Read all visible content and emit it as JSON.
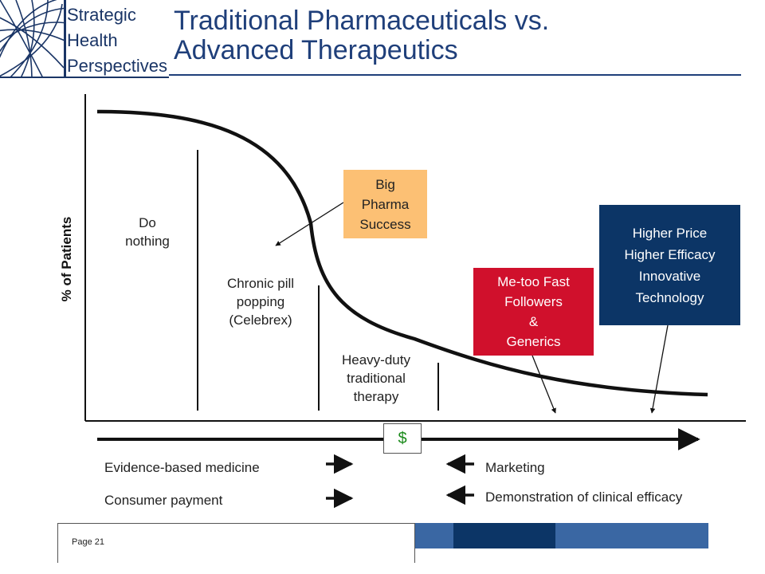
{
  "header": {
    "logo_lines": [
      "Strategic",
      "Health",
      "Perspectives"
    ],
    "title_line1": "Traditional  Pharmaceuticals vs.",
    "title_line2": "Advanced Therapeutics"
  },
  "diagram": {
    "y_axis_label": "% of Patients",
    "segments": {
      "do_nothing": [
        "Do",
        "nothing"
      ],
      "chronic": [
        "Chronic pill",
        "popping",
        "(Celebrex)"
      ],
      "heavy_duty": [
        "Heavy-duty",
        "traditional",
        "therapy"
      ]
    },
    "callouts": {
      "big_pharma": [
        "Big",
        "Pharma",
        "Success"
      ],
      "me_too": [
        "Me-too Fast",
        "Followers",
        "&",
        "Generics"
      ],
      "higher_price": [
        "Higher Price",
        "Higher Efficacy",
        "Innovative",
        "Technology"
      ]
    },
    "price_marker": "$",
    "forces": {
      "left": [
        "Evidence-based medicine",
        "Consumer payment"
      ],
      "right": [
        "Marketing",
        "Demonstration of clinical efficacy"
      ]
    },
    "colors": {
      "big_pharma_fill": "#fcc074",
      "me_too_fill": "#d0102c",
      "higher_price_fill": "#0c3566",
      "logo_globe": "#1a3566"
    }
  },
  "footer": {
    "page_label": "Page 21",
    "bar_colors": [
      "#3a67a3",
      "#0c3566",
      "#3a67a3"
    ]
  }
}
